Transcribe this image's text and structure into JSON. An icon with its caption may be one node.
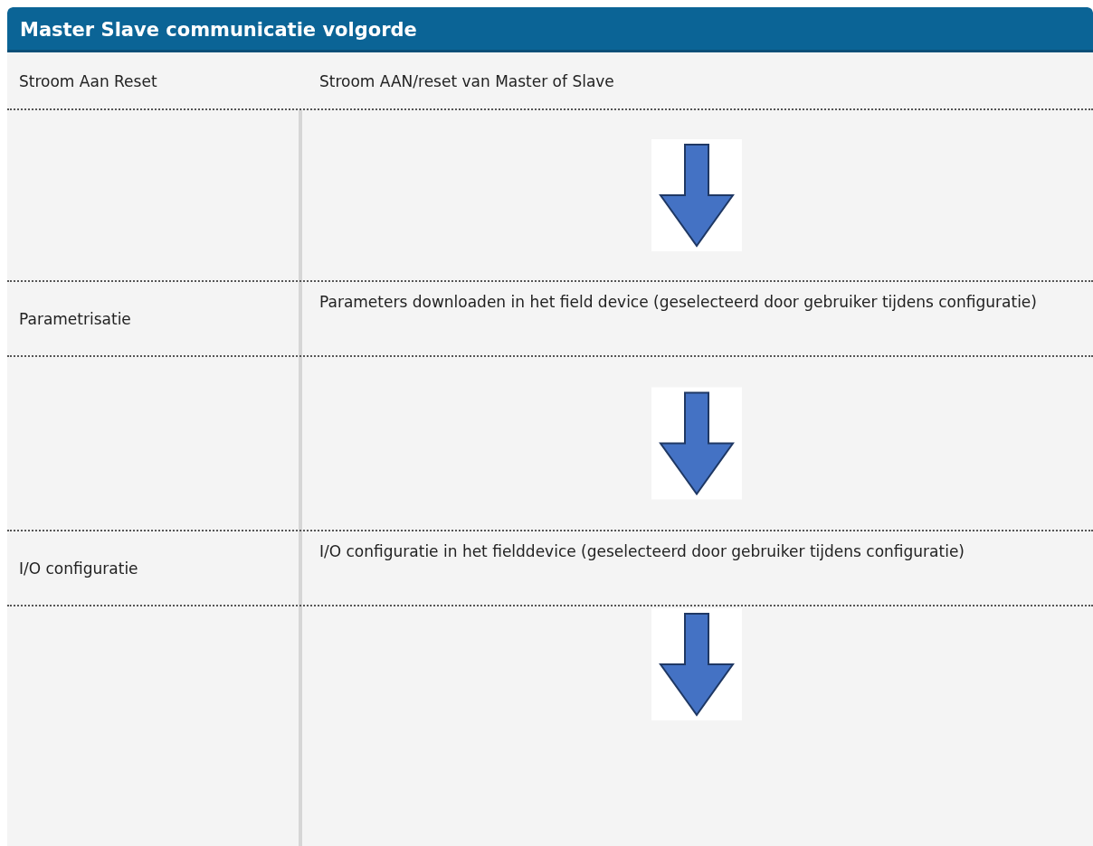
{
  "diagram": {
    "title": "Master Slave communicatie volgorde",
    "nodes": [
      {
        "text": [
          "Stroom Aan Reset",
          "Stroom AAN/reset van Master of Slave"
        ]
      },
      {
        "text": [
          "Parametrisatie",
          "Parameters downloaden in het field device (geselecteerd door gebruiker tijdens configuratie)"
        ]
      },
      {
        "text": [
          "I/O configuratie",
          "I/O configuratie in het fielddevice (geselecteerd door gebruiker tijdens configuratie)"
        ]
      }
    ],
    "edges": [
      {
        "from": 0,
        "to": 1,
        "arrow": "to"
      },
      {
        "from": 1,
        "to": 2,
        "arrow": "to"
      },
      {
        "from": 2,
        "to": null,
        "arrow": "to"
      }
    ]
  }
}
